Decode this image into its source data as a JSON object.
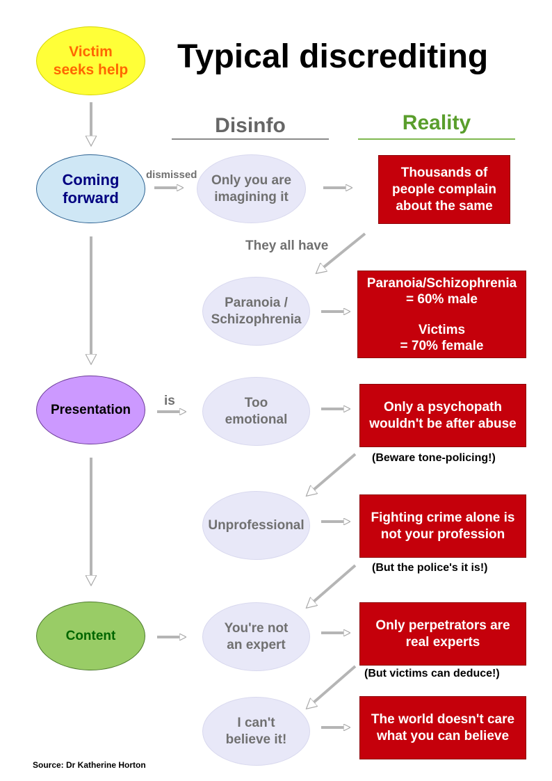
{
  "title": "Typical discrediting",
  "columns": {
    "disinfo": "Disinfo",
    "reality": "Reality"
  },
  "left": {
    "victim": "Victim seeks help",
    "coming": "Coming forward",
    "presentation": "Presentation",
    "content": "Content"
  },
  "edge_labels": {
    "dismissed": "dismissed",
    "is": "is",
    "they_all_have": "They all have"
  },
  "disinfo": {
    "imagining": "Only you are imagining it",
    "paranoia": "Paranoia / Schizophrenia",
    "emotional": "Too emotional",
    "unprofessional": "Unprofessional",
    "not_expert": "You're not an expert",
    "cant_believe": "I can't believe it!"
  },
  "reality": {
    "thousands": "Thousands of people complain about the same",
    "stats_1": "Paranoia/Schizophrenia",
    "stats_2": "= 60% male",
    "stats_3": "Victims",
    "stats_4": "= 70% female",
    "psychopath": "Only a psychopath wouldn't be after abuse",
    "crime": "Fighting crime alone is not your profession",
    "perpetrators": "Only perpetrators are real experts",
    "world": "The world doesn't care what you can believe"
  },
  "notes": {
    "tone": "(Beware tone-policing!)",
    "police": "(But the police's it is!)",
    "deduce": "(But victims can deduce!)"
  },
  "source": "Source: Dr Katherine Horton",
  "colors": {
    "victim_fill": "#ffff38",
    "victim_text": "#ff6600",
    "coming_fill": "#cfe7f5",
    "coming_text": "#000080",
    "presentation_fill": "#cc99ff",
    "presentation_text": "#000000",
    "content_fill": "#99cc66",
    "content_text": "#006600",
    "disinfo_fill": "#e8e8f8",
    "reality_fill": "#c5000b",
    "disinfo_head": "#666666",
    "reality_head": "#5a9e2c"
  }
}
